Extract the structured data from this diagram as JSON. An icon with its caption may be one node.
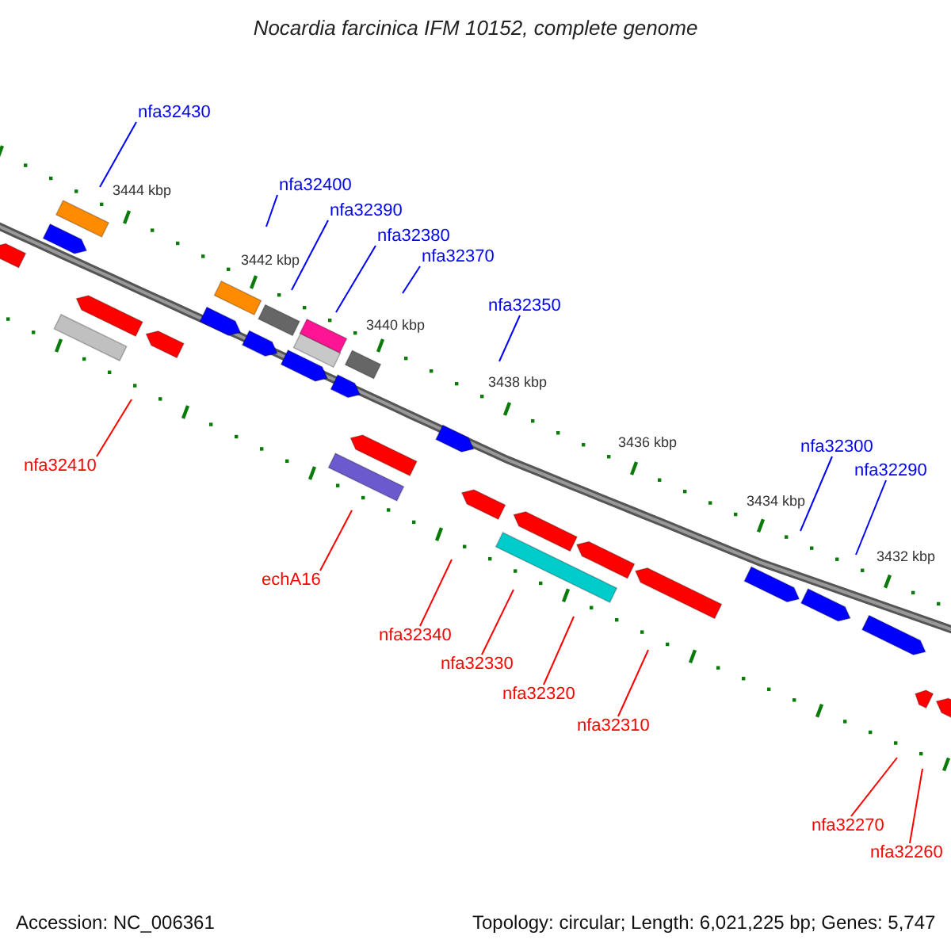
{
  "diagram": {
    "title": "Nocardia farcinica IFM 10152, complete genome",
    "nodes": [
      {
        "text": [
          "nfa32430"
        ]
      },
      {
        "text": [
          "nfa32400"
        ]
      },
      {
        "text": [
          "nfa32390"
        ]
      },
      {
        "text": [
          "nfa32380"
        ]
      },
      {
        "text": [
          "nfa32370"
        ]
      },
      {
        "text": [
          "nfa32350"
        ]
      },
      {
        "text": [
          "nfa32300"
        ]
      },
      {
        "text": [
          "nfa32290"
        ]
      },
      {
        "text": [
          "nfa32410"
        ]
      },
      {
        "text": [
          "echA16"
        ]
      },
      {
        "text": [
          "nfa32340"
        ]
      },
      {
        "text": [
          "nfa32330"
        ]
      },
      {
        "text": [
          "nfa32320"
        ]
      },
      {
        "text": [
          "nfa32310"
        ]
      },
      {
        "text": [
          "nfa32270"
        ]
      },
      {
        "text": [
          "nfa32260"
        ]
      }
    ],
    "edges": [
      {
        "from": 0,
        "to": null,
        "arrow": "none",
        "color": "#0000ff"
      },
      {
        "from": 1,
        "to": null,
        "arrow": "none",
        "color": "#0000ff"
      },
      {
        "from": 2,
        "to": null,
        "arrow": "none",
        "color": "#0000ff"
      },
      {
        "from": 3,
        "to": null,
        "arrow": "none",
        "color": "#0000ff"
      },
      {
        "from": 4,
        "to": null,
        "arrow": "none",
        "color": "#0000ff"
      },
      {
        "from": 5,
        "to": null,
        "arrow": "none",
        "color": "#0000ff"
      },
      {
        "from": 6,
        "to": null,
        "arrow": "none",
        "color": "#0000ff"
      },
      {
        "from": 7,
        "to": null,
        "arrow": "none",
        "color": "#0000ff"
      },
      {
        "from": 8,
        "to": null,
        "arrow": "none",
        "color": "#ff0000"
      },
      {
        "from": 9,
        "to": null,
        "arrow": "none",
        "color": "#ff0000"
      },
      {
        "from": 10,
        "to": null,
        "arrow": "none",
        "color": "#ff0000"
      },
      {
        "from": 11,
        "to": null,
        "arrow": "none",
        "color": "#ff0000"
      },
      {
        "from": 12,
        "to": null,
        "arrow": "none",
        "color": "#ff0000"
      },
      {
        "from": 13,
        "to": null,
        "arrow": "none",
        "color": "#ff0000"
      },
      {
        "from": 14,
        "to": null,
        "arrow": "none",
        "color": "#ff0000"
      },
      {
        "from": 15,
        "to": null,
        "arrow": "none",
        "color": "#ff0000"
      }
    ],
    "labels": [
      "3444 kbp",
      "3442 kbp",
      "3440 kbp",
      "3438 kbp",
      "3436 kbp",
      "3434 kbp",
      "3432 kbp",
      "Accession: NC_006361",
      "Topology: circular; Length: 6,021,225 bp; Genes: 5,747"
    ]
  }
}
